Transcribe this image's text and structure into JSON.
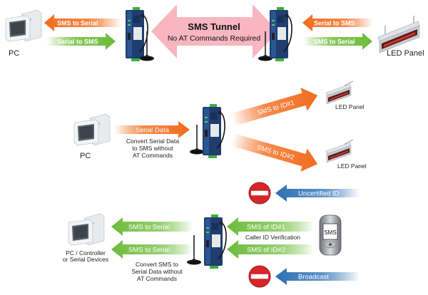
{
  "colors": {
    "orange": "#f26b1f",
    "green": "#6dbb3a",
    "blue": "#2f6fb0",
    "pink": "#f7b6c0",
    "device_blue": "#1f3d6e",
    "device_green": "#3fae3f",
    "stop_red": "#d7262a"
  },
  "section1": {
    "pc_label": "PC",
    "led_label": "LED Panel",
    "left_arrow_top": "SMS to Serial",
    "left_arrow_bottom": "Serial to SMS",
    "right_arrow_top": "Serial to SMS",
    "right_arrow_bottom": "SMS to Serial",
    "tunnel_title": "SMS Tunnel",
    "tunnel_subtitle": "No AT Commands Required"
  },
  "section2": {
    "pc_label": "PC",
    "input_arrow": "Serial Data",
    "caption_lines": [
      "Convert Serial Data",
      "to SMS without",
      "AT Commands"
    ],
    "branch1_label": "SMS to ID#1",
    "branch2_label": "SMS to ID#2",
    "led1_label": "LED Panel",
    "led2_label": "LED Panel"
  },
  "section3": {
    "pc_label_lines": [
      "PC / Controller",
      "or Serial Devices"
    ],
    "out_arrow_top": "SMS to Serial",
    "out_arrow_bottom": "SMS to Serial",
    "caption_lines": [
      "Convert SMS to",
      "Serial Data without",
      "AT Commands"
    ],
    "in_arrow_top": "SMS of ID#1",
    "in_arrow_bottom": "SMS of ID#2",
    "verification_label": "Caller ID Verification",
    "blocked_top": "Uncertified ID",
    "blocked_bottom": "Broadcast",
    "phone_screen": "SMS"
  }
}
